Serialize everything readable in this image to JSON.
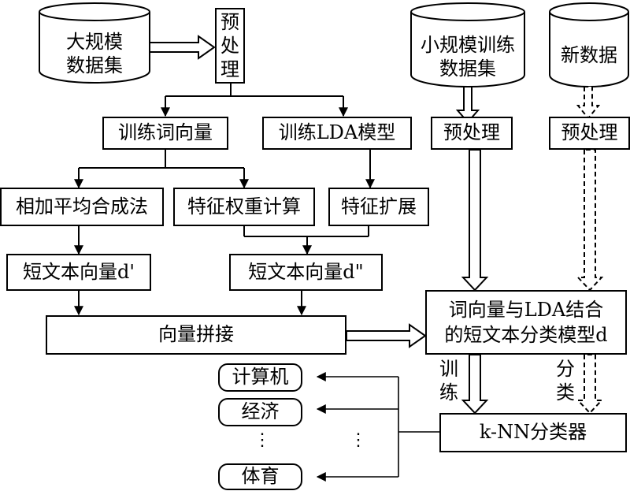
{
  "datasets": {
    "large": [
      "大规模",
      "数据集"
    ],
    "small": [
      "小规模训练",
      "数据集"
    ],
    "new": "新数据"
  },
  "preprocess": {
    "main": [
      "预",
      "处",
      "理"
    ],
    "small": "预处理",
    "new": "预处理"
  },
  "train_word_vector": "训练词向量",
  "train_lda": "训练LDA模型",
  "avg_method": "相加平均合成法",
  "feature_weight": "特征权重计算",
  "feature_expand": "特征扩展",
  "short_vec_1": "短文本向量d'",
  "short_vec_2": "短文本向量d\"",
  "concat": "向量拼接",
  "model": [
    "词向量与LDA结合",
    "的短文本分类模型d"
  ],
  "train_label": [
    "训",
    "练"
  ],
  "classify_label": [
    "分",
    "类"
  ],
  "knn": "k-NN分类器",
  "categories": [
    "计算机",
    "经济",
    "体育"
  ],
  "ellipsis": "⋮"
}
